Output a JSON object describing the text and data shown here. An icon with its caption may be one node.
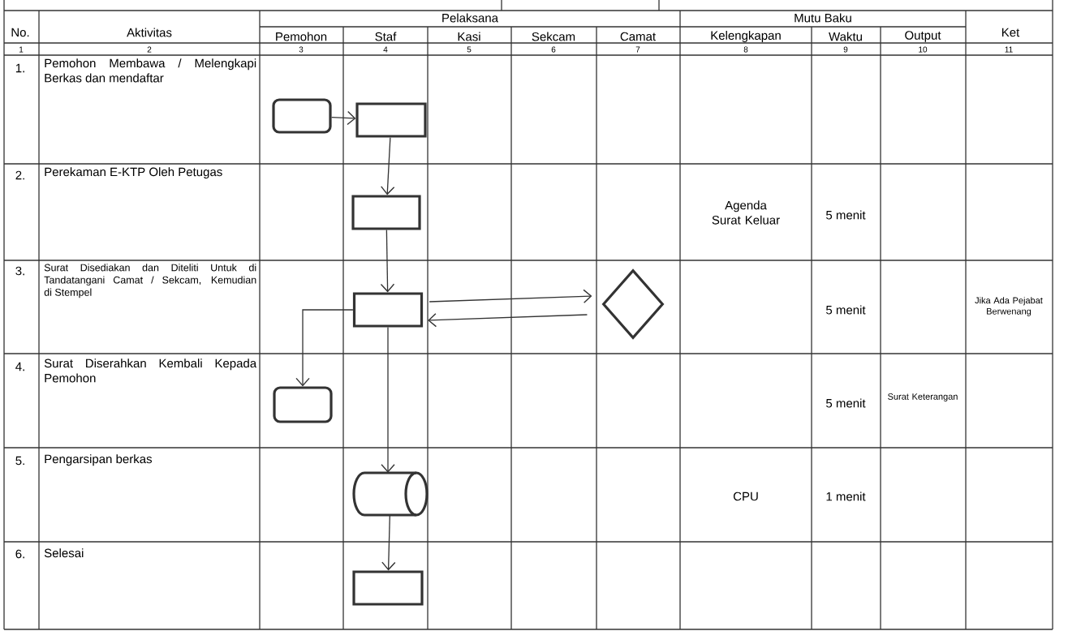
{
  "diagram": {
    "nodes": [
      {
        "text": [],
        "shape": "rounded-box"
      },
      {
        "text": [],
        "shape": "box"
      },
      {
        "text": [],
        "shape": "box"
      },
      {
        "text": [],
        "shape": "box"
      },
      {
        "text": [],
        "shape": "diamond"
      },
      {
        "text": [],
        "shape": "rounded-box"
      },
      {
        "text": [],
        "shape": "cylinder"
      },
      {
        "text": [],
        "shape": "box"
      }
    ],
    "edges": [
      {
        "from": 0,
        "to": 1,
        "arrow": "to"
      },
      {
        "from": 1,
        "to": 2,
        "arrow": "to"
      },
      {
        "from": 2,
        "to": 3,
        "arrow": "to"
      },
      {
        "from": 3,
        "to": 4,
        "arrow": "to"
      },
      {
        "from": 4,
        "to": 3,
        "arrow": "to"
      },
      {
        "from": 3,
        "to": 5,
        "arrow": "to"
      },
      {
        "from": 3,
        "to": 6,
        "arrow": "to"
      },
      {
        "from": 6,
        "to": 7,
        "arrow": "to"
      }
    ],
    "labels": [
      "No.",
      "Aktivitas",
      "Pelaksana",
      "Mutu Baku",
      "Ket",
      "Pemohon",
      "Staf",
      "Kasi",
      "Sekcam",
      "Camat",
      "Kelengkapan",
      "Waktu",
      "Output",
      "1",
      "2",
      "3",
      "4",
      "5",
      "6",
      "7",
      "8",
      "9",
      "10",
      "11",
      "1.",
      "Pemohon Membawa / Melengkapi Berkas dan mendaftar",
      "2.",
      "Perekaman E-KTP Oleh Petugas",
      "Agenda Surat Keluar",
      "5 menit",
      "3.",
      "Surat Disediakan dan Diteliti Untuk di Tandatangani Camat / Sekcam, Kemudian di Stempel",
      "5 menit",
      "Jika Ada Pejabat Berwenang",
      "4.",
      "Surat Diserahkan Kembali Kepada Pemohon",
      "5 menit",
      "Surat Keterangan",
      "5.",
      "Pengarsipan berkas",
      "CPU",
      "1 menit",
      "6.",
      "Selesai"
    ]
  }
}
